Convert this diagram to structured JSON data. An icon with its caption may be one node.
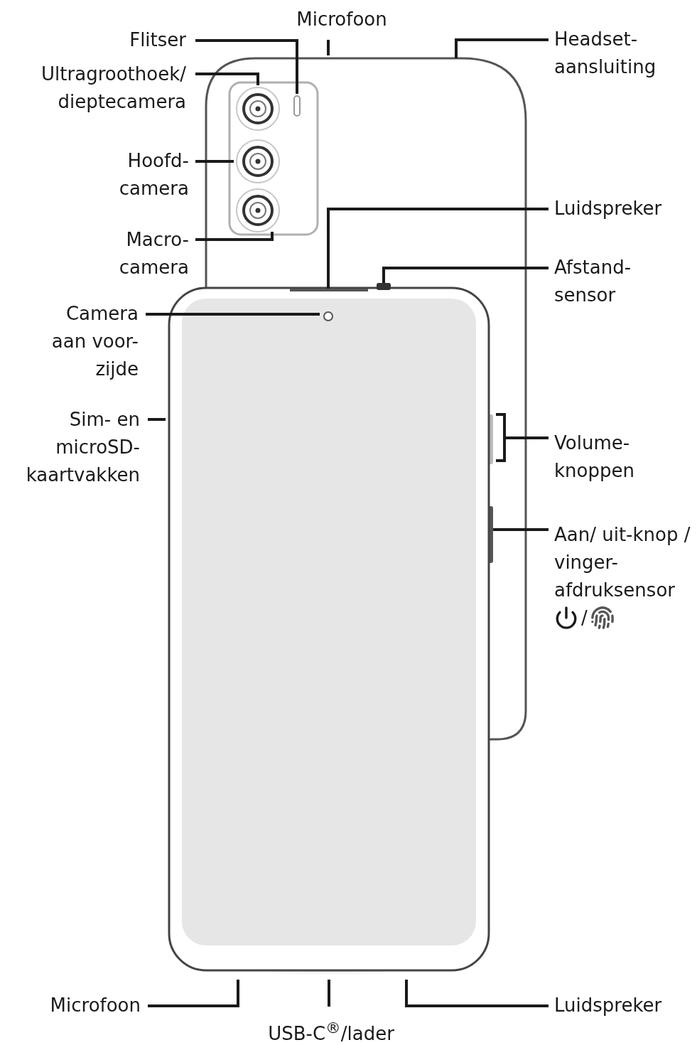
{
  "diagram": {
    "nodes": [
      {
        "text": [
          "Flitser"
        ]
      },
      {
        "text": [
          "Ultragroothoek/ dieptecamera"
        ]
      },
      {
        "text": [
          "Microfoon"
        ]
      },
      {
        "text": [
          "Headset- aansluiting"
        ]
      },
      {
        "text": [
          "Hoofd- camera"
        ]
      },
      {
        "text": [
          "Macro- camera"
        ]
      },
      {
        "text": [
          "Luidspreker"
        ]
      },
      {
        "text": [
          "Afstand- sensor"
        ]
      },
      {
        "text": [
          "Camera aan voor- zijde"
        ]
      },
      {
        "text": [
          "Sim- en microSD- kaartvakken"
        ]
      },
      {
        "text": [
          "Volume- knoppen"
        ]
      },
      {
        "text": [
          "Aan/ uit-knop / vinger- afdruksensor",
          "/"
        ]
      },
      {
        "text": [
          "Microfoon"
        ]
      },
      {
        "text": [
          "USB-C$^{®}$/lader"
        ]
      },
      {
        "text": [
          "Luidspreker"
        ]
      }
    ],
    "edges": [
      {
        "from": 0,
        "to": null,
        "arrow": "none"
      },
      {
        "from": 1,
        "to": null,
        "arrow": "none"
      },
      {
        "from": 2,
        "to": null,
        "arrow": "none"
      },
      {
        "from": 3,
        "to": null,
        "arrow": "none"
      },
      {
        "from": 4,
        "to": null,
        "arrow": "none"
      },
      {
        "from": 5,
        "to": null,
        "arrow": "none"
      },
      {
        "from": 6,
        "to": null,
        "arrow": "none"
      },
      {
        "from": 7,
        "to": null,
        "arrow": "none"
      },
      {
        "from": 8,
        "to": null,
        "arrow": "none"
      },
      {
        "from": 9,
        "to": null,
        "arrow": "none"
      },
      {
        "from": 10,
        "to": null,
        "arrow": "none"
      },
      {
        "from": 11,
        "to": null,
        "arrow": "none"
      },
      {
        "from": 12,
        "to": null,
        "arrow": "none"
      },
      {
        "from": 13,
        "to": null,
        "arrow": "none"
      },
      {
        "from": 14,
        "to": null,
        "arrow": "none"
      }
    ]
  }
}
